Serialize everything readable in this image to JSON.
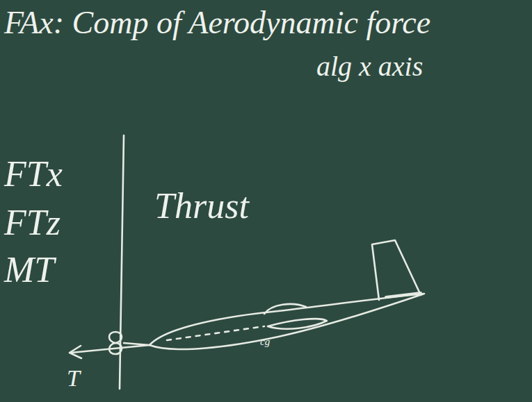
{
  "diagram": {
    "labels": [
      "FAx: Comp of Aerodynamic force",
      "alg x axis",
      "FTx",
      "FTz",
      "MT",
      "Thrust",
      "T",
      "cg"
    ]
  }
}
